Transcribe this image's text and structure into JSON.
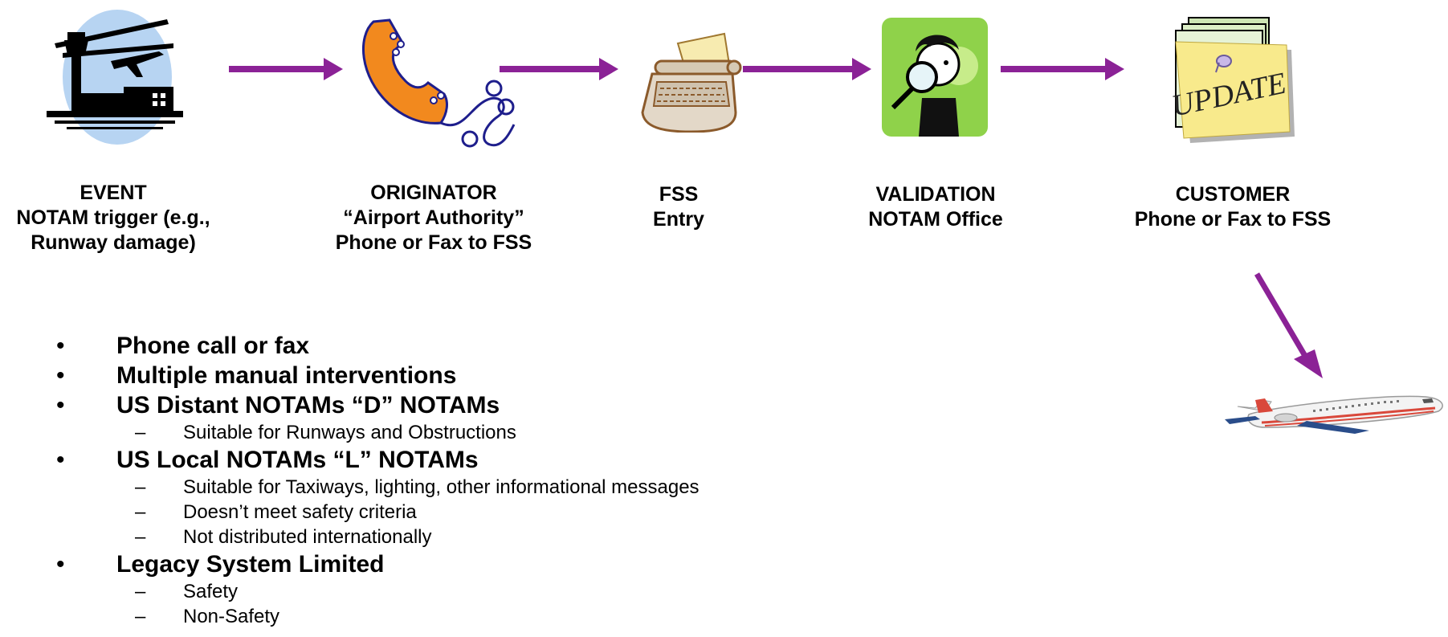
{
  "steps": [
    {
      "lines": [
        "EVENT",
        "NOTAM trigger (e.g.,",
        "Runway damage)"
      ]
    },
    {
      "lines": [
        "ORIGINATOR",
        "“Airport Authority”",
        "Phone or Fax to FSS"
      ]
    },
    {
      "lines": [
        "FSS",
        "Entry"
      ]
    },
    {
      "lines": [
        "VALIDATION",
        "NOTAM Office"
      ]
    },
    {
      "lines": [
        "CUSTOMER",
        "Phone or Fax to FSS"
      ]
    }
  ],
  "update_note": "UPDATE",
  "bullets": [
    {
      "text": "Phone call or fax",
      "sub": []
    },
    {
      "text": "Multiple manual interventions",
      "sub": []
    },
    {
      "text": "US Distant NOTAMs “D” NOTAMs",
      "sub": [
        "Suitable for Runways and Obstructions"
      ]
    },
    {
      "text": "US Local NOTAMs “L” NOTAMs",
      "sub": [
        "Suitable for Taxiways, lighting, other informational messages",
        "Doesn’t meet safety criteria",
        "Not distributed internationally"
      ]
    },
    {
      "text": "Legacy System Limited",
      "sub": [
        "Safety",
        "Non-Safety"
      ]
    }
  ],
  "bullet_glyph": "•",
  "dash_glyph": "–",
  "colors": {
    "arrow": "#8b2296",
    "phone": "#f2891e",
    "validation_bg": "#8fd24a",
    "note": "#f8ea8c",
    "event_circle": "#b7d4f2"
  }
}
